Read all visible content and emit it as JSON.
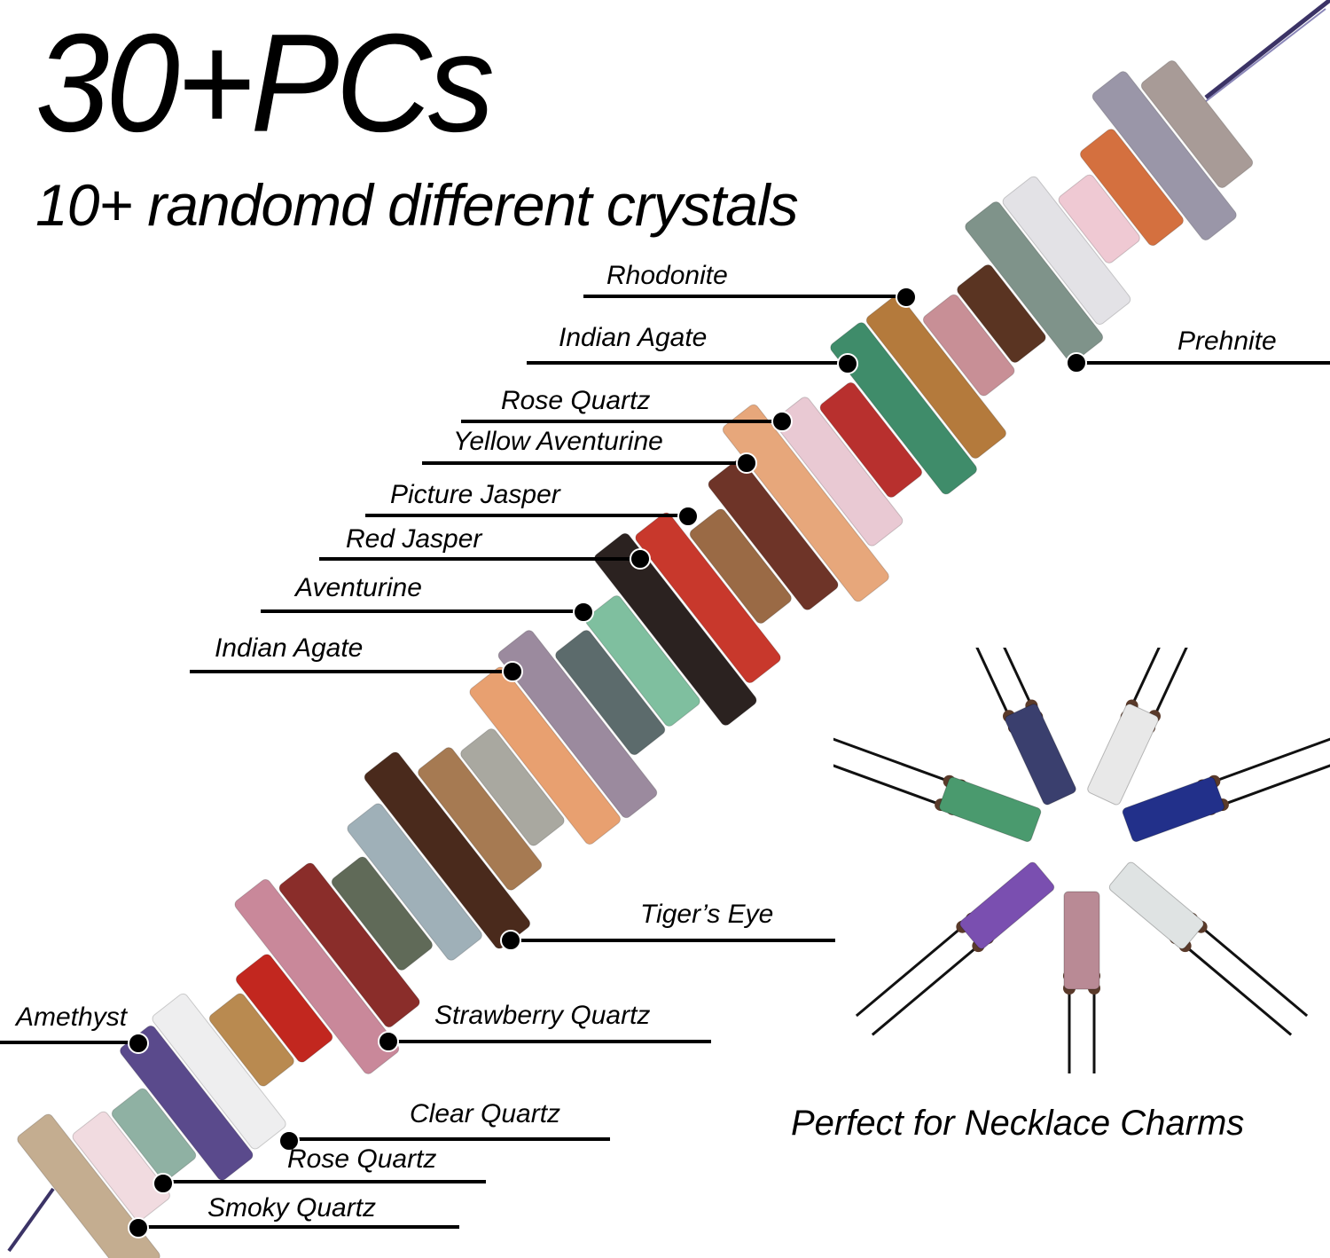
{
  "header": {
    "title": "30+PCs",
    "subtitle": "10+ randomd different crystals"
  },
  "labels": [
    {
      "id": "rhodonite",
      "text": "Rhodonite"
    },
    {
      "id": "indian-agate-1",
      "text": "Indian Agate"
    },
    {
      "id": "prehnite",
      "text": "Prehnite"
    },
    {
      "id": "rose-quartz-1",
      "text": "Rose Quartz"
    },
    {
      "id": "yellow-aventurine",
      "text": "Yellow Aventurine"
    },
    {
      "id": "picture-jasper",
      "text": "Picture Jasper"
    },
    {
      "id": "red-jasper",
      "text": "Red Jasper"
    },
    {
      "id": "aventurine",
      "text": "Aventurine"
    },
    {
      "id": "indian-agate-2",
      "text": "Indian Agate"
    },
    {
      "id": "tigers-eye",
      "text": "Tiger’s Eye"
    },
    {
      "id": "amethyst",
      "text": "Amethyst"
    },
    {
      "id": "strawberry-quartz",
      "text": "Strawberry Quartz"
    },
    {
      "id": "clear-quartz",
      "text": "Clear Quartz"
    },
    {
      "id": "rose-quartz-2",
      "text": "Rose Quartz"
    },
    {
      "id": "smoky-quartz",
      "text": "Smoky Quartz"
    }
  ],
  "charms": {
    "caption": "Perfect for Necklace Charms",
    "pendant_colors": [
      "#3a3f6e",
      "#e8e8e8",
      "#4a9a6e",
      "#22308a",
      "#7a4fb0",
      "#b98a95",
      "#dfe3e3"
    ]
  },
  "strand_colors": [
    "#a89b97",
    "#9a96a8",
    "#d4703f",
    "#efc9d3",
    "#e3e2e6",
    "#7f938a",
    "#5a3422",
    "#c88f96",
    "#b47a3c",
    "#3f8c6a",
    "#b8302e",
    "#e9c9d3",
    "#e7a77b",
    "#6e3428",
    "#9a6a45",
    "#c8382c",
    "#2b2220",
    "#7fbf9f",
    "#5c6b6c",
    "#9b8a9e",
    "#e8a070",
    "#a9a8a0",
    "#a67a52",
    "#4a2a1c",
    "#9fb0b8",
    "#606a58",
    "#8a2d2a",
    "#c9889a",
    "#c2271f",
    "#b98a50",
    "#eeeeef",
    "#5a4a8c",
    "#8fb1a3",
    "#f1dbe0",
    "#c4ad90"
  ]
}
